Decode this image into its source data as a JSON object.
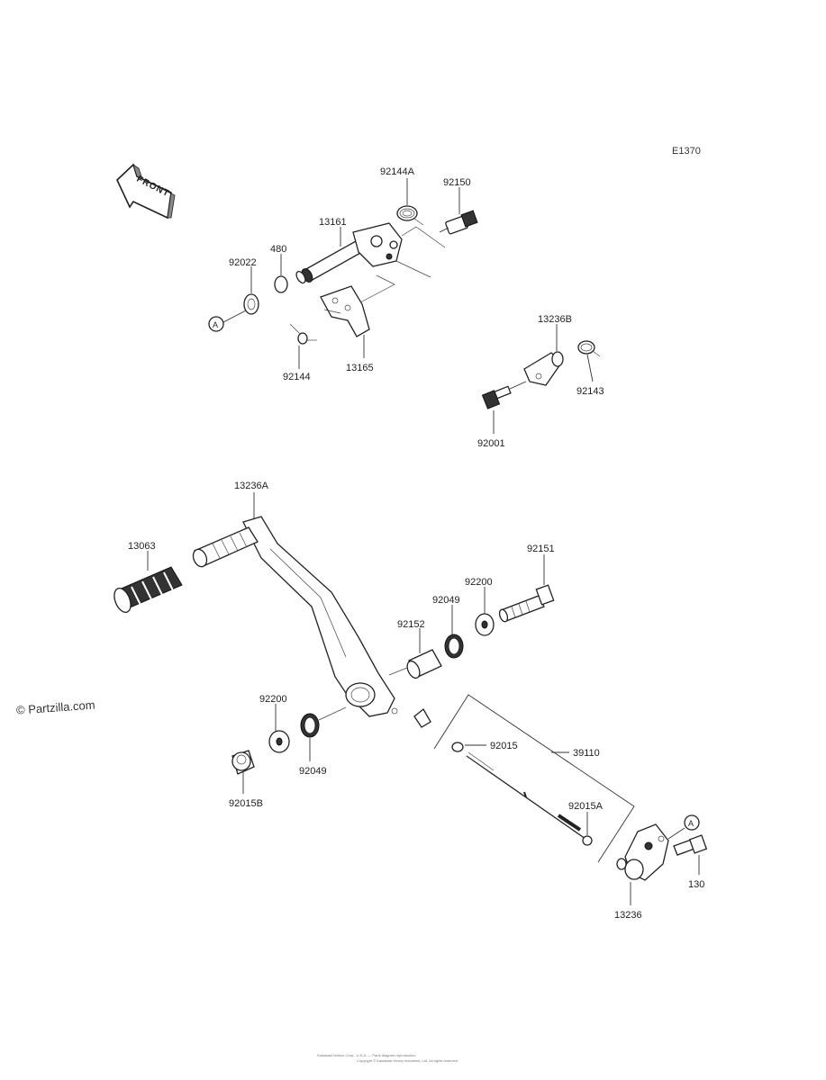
{
  "diagram": {
    "code": "E1370",
    "front_label": "FRONT",
    "watermark": "© Partzilla.com",
    "footer_line1": "Kawasaki Motors Corp., U.S.A. — Parts diagram reproduction",
    "footer_line2": "Copyright © Kawasaki Heavy Industries, Ltd. All rights reserved",
    "ref_marker": "A",
    "parts": [
      {
        "id": "p92144A",
        "label": "92144A"
      },
      {
        "id": "p92150",
        "label": "92150"
      },
      {
        "id": "p13161",
        "label": "13161"
      },
      {
        "id": "p480",
        "label": "480"
      },
      {
        "id": "p92022",
        "label": "92022"
      },
      {
        "id": "p92144",
        "label": "92144"
      },
      {
        "id": "p13165",
        "label": "13165"
      },
      {
        "id": "p13236B",
        "label": "13236B"
      },
      {
        "id": "p92143",
        "label": "92143"
      },
      {
        "id": "p92001",
        "label": "92001"
      },
      {
        "id": "p13236A",
        "label": "13236A"
      },
      {
        "id": "p13063",
        "label": "13063"
      },
      {
        "id": "p92151",
        "label": "92151"
      },
      {
        "id": "p92200a",
        "label": "92200"
      },
      {
        "id": "p92049a",
        "label": "92049"
      },
      {
        "id": "p92152",
        "label": "92152"
      },
      {
        "id": "p92200b",
        "label": "92200"
      },
      {
        "id": "p92049b",
        "label": "92049"
      },
      {
        "id": "p92015B",
        "label": "92015B"
      },
      {
        "id": "p92015",
        "label": "92015"
      },
      {
        "id": "p39110",
        "label": "39110"
      },
      {
        "id": "p92015A",
        "label": "92015A"
      },
      {
        "id": "p130",
        "label": "130"
      },
      {
        "id": "p13236",
        "label": "13236"
      }
    ]
  }
}
